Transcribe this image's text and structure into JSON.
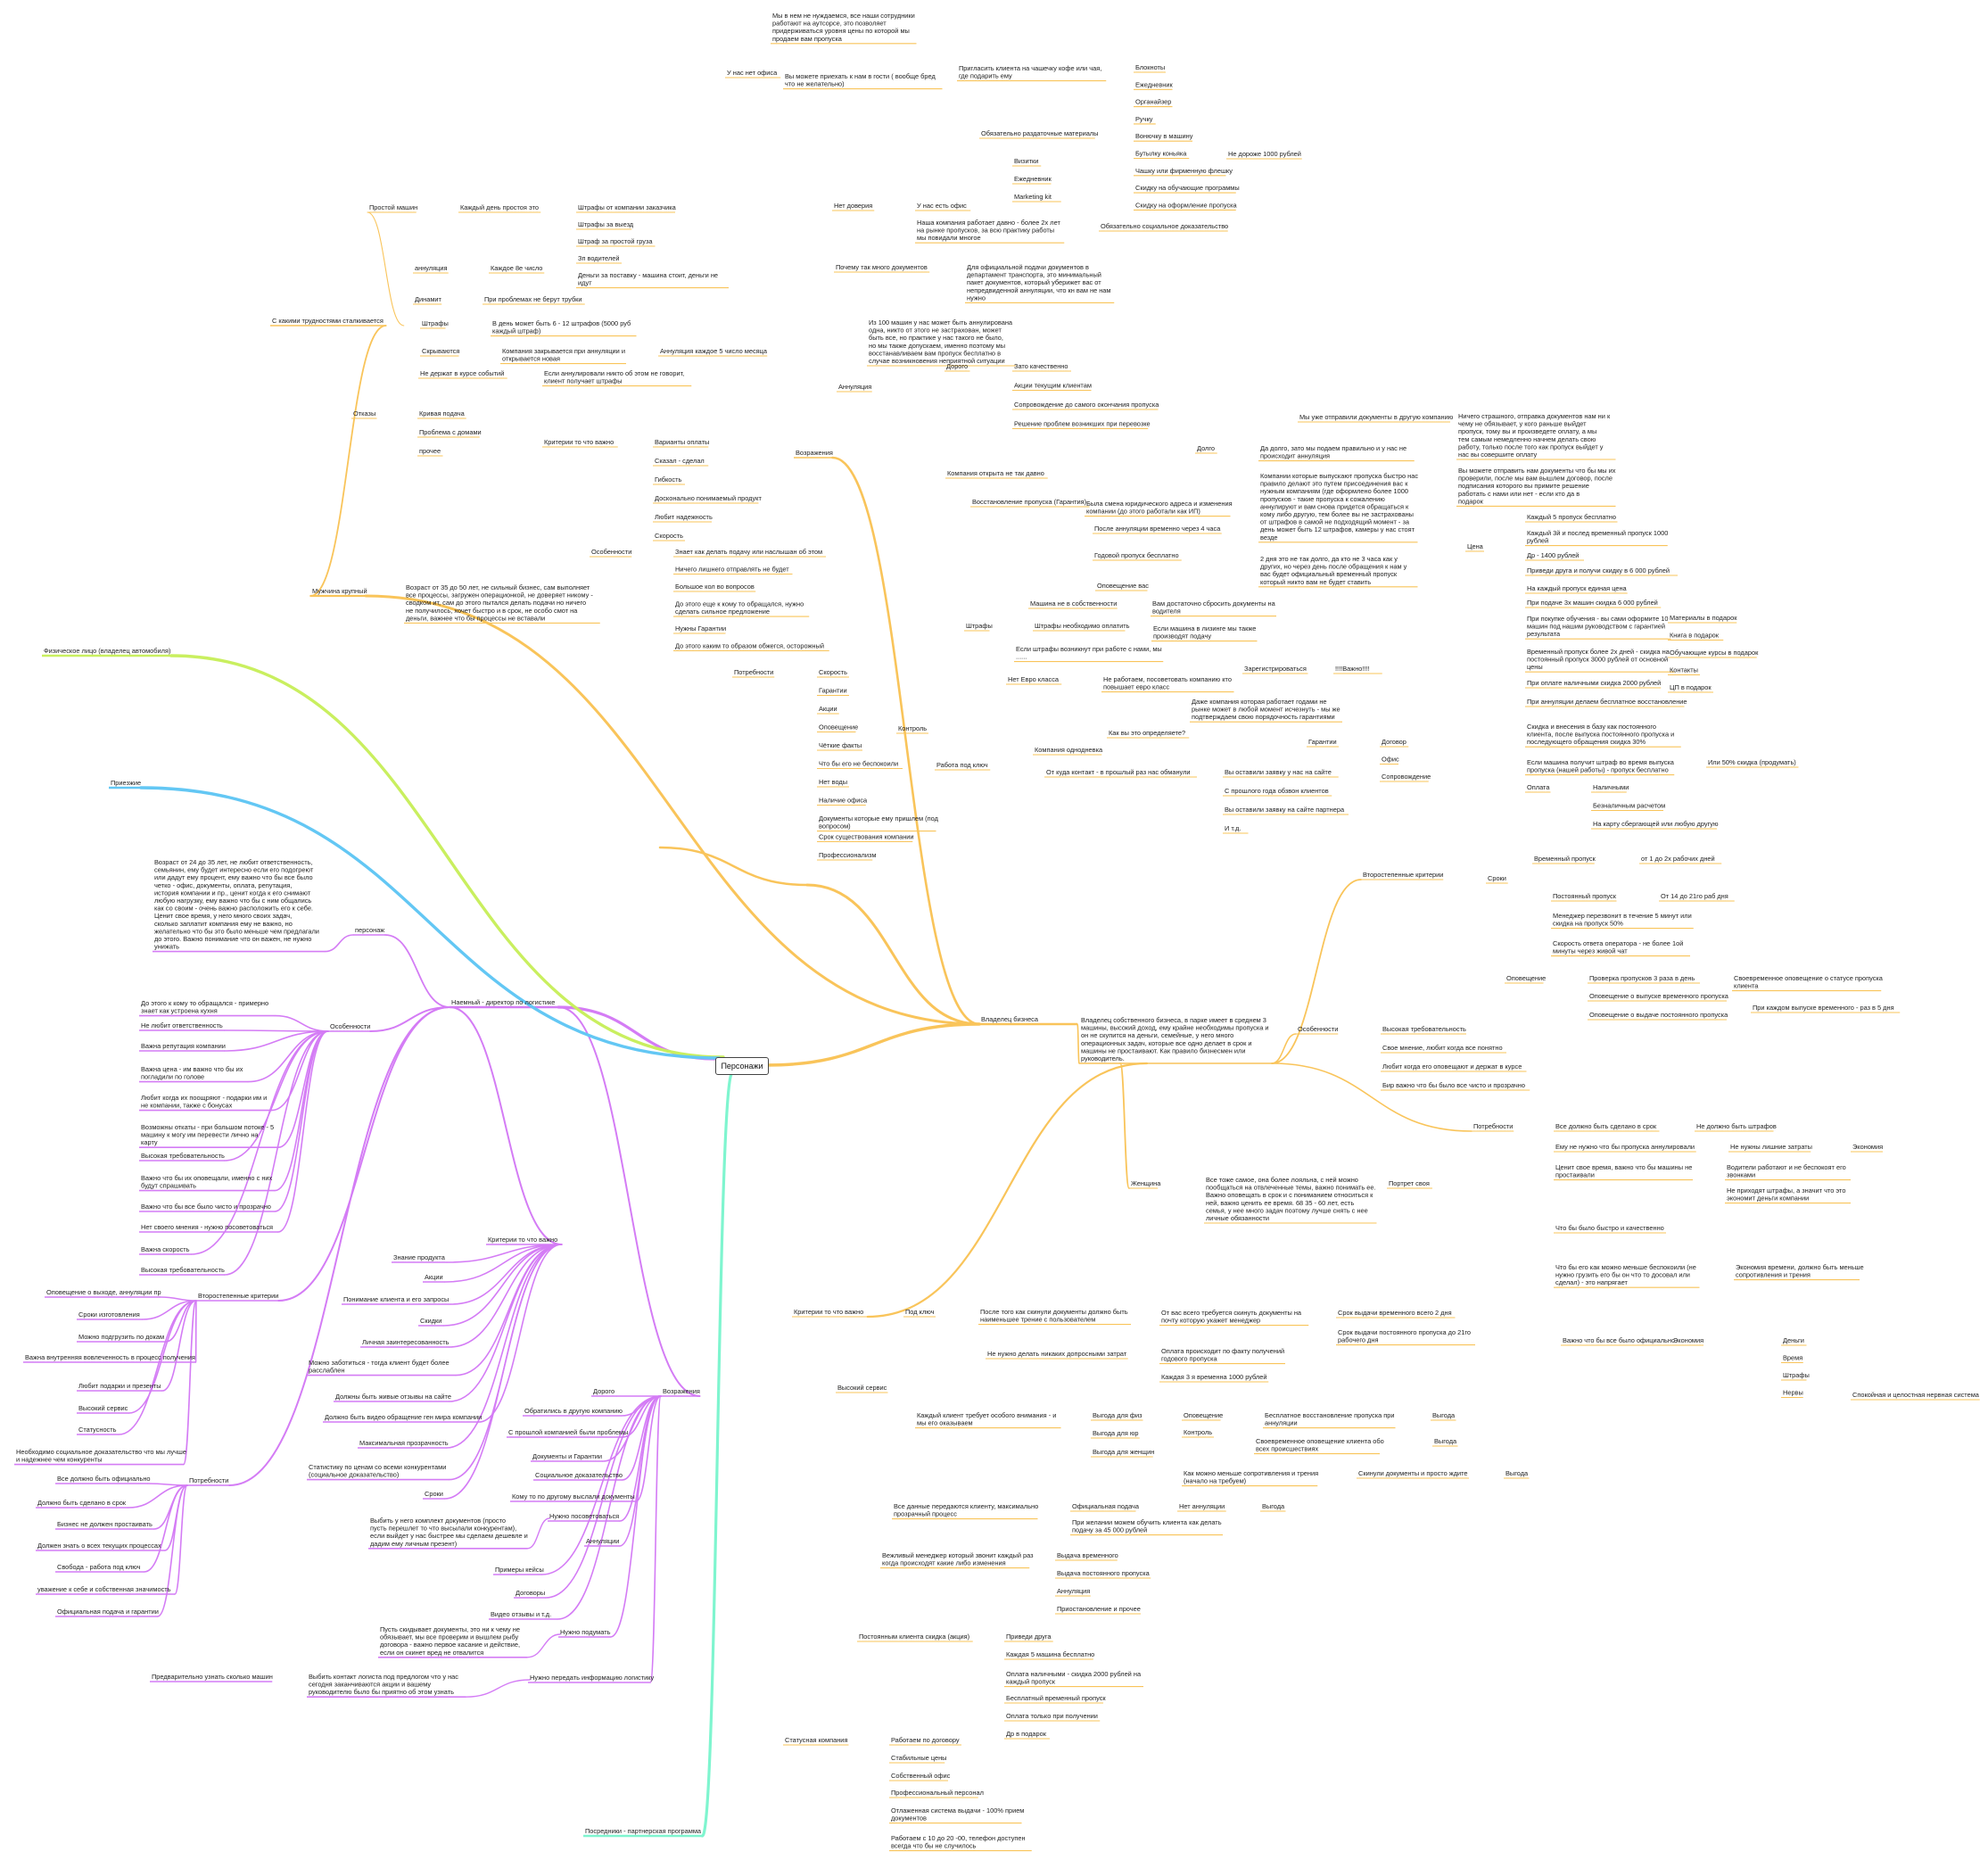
{
  "root": "Персонажи",
  "colors": {
    "owner": "#f9c45a",
    "partner": "#d47cf5",
    "physical": "#c9ef5f",
    "intern": "#63c7f4",
    "mint": "#7ff5cf"
  },
  "owner": {
    "title": "Владелец бизнеса",
    "description": "Владелец собственного бизнеса, в парке имеет в среднем 3 машины, высокий доход, ему крайне необходимы пропуска и он не скупится на деньги, семейные, у него много операционных задач, которые все одно делает в срок и машины не простаивают. Как правило бизнесмен или руководитель.",
    "man": "Мужчина крупный",
    "difficulties": "С какими трудностями сталкивается",
    "downtime": "Простой машин",
    "every_day_downtime": "Каждый день простоя это",
    "fines_from_customer": "Штрафы от компании заказчика",
    "fines_trip": "Штрафы за выезд",
    "fine_idle": "Штраф за простой груза",
    "drivers_pay": "Зп водителей",
    "money_for_delivery": "Деньги за поставку - машина стоит, деньги не идут",
    "annulment": "аннуляция",
    "every_8th": "Каждое 8е число",
    "dynamics": "Динамит",
    "phone_issues": "При проблемах не берут трубки",
    "fines": "Штрафы",
    "fines_per_day": "В день может быть 6 - 12 штрафов (5000 руб каждый штраф)",
    "hiding": "Скрываются",
    "company_closes": "Компания закрывается при аннуляции и открывается новая",
    "monthly_annul": "Аннуляция каждое 5 число месяца",
    "not_informed": "Не держат в курсе событий",
    "if_annulled": "Если аннулировали никто об этом не говорит, клиент получает штрафы",
    "refusals": "Отказы",
    "crooked_filing": "Кривая подача",
    "house_problems": "Проблема с домами",
    "other": "прочее",
    "criteria": "Критерии то что важно",
    "pay_options": "Варианты оплаты",
    "said_done": "Сказал - сделал",
    "flexibility": "Гибкость",
    "clear_product": "Досконально понимаемый продукт",
    "loves_reliability": "Любит надежность",
    "speed": "Скорость",
    "features": "Особенности",
    "age_text": "Возраст от 35 до 50 лет, не сильный бизнес, сам выполняет все процессы, загружен операционкой, не доверяет никому - сводком ит, сам до этого пытался делать подачи но ничего не получилось, хочет быстро и в срок, не особо смот на деньги, важнее что бы процессы не вставали",
    "knows_how_file": "Знает как делать подачу или наслышан об этом",
    "nothing_extra": "Ничего лишнего отправлять не будет",
    "many_questions": "Большое кол во вопросов",
    "before_ask": "До этого еще к кому то обращался, нужно сделать сильное предложение",
    "guarantees_needed": "Нужны Гарантии",
    "burned_before": "До этого каким то образом обжегся, осторожный",
    "needs": "Потребности",
    "needs_items": [
      "Скорость",
      "Гарантии",
      "Акции",
      "Оповещение",
      "Чёткие факты",
      "Что бы его не беспокоили",
      "Нет воды",
      "Наличие офиса",
      "Документы которые ему пришлем (под вопросом)",
      "Срок существования компании",
      "Профессионализм"
    ],
    "control": "Контроль",
    "work_under_key": "Работа под ключ",
    "objections": "Возражения",
    "distrust": "Нет доверия",
    "no_office": "У нас нет офиса",
    "no_office_text1": "Мы в нем не нуждаемся, все наши сотрудники работают на аутсорсе, это позволяет придерживаться уровня цены по которой мы продаем вам пропуска",
    "no_office_text2": "Вы можете приехать к нам в гости ( вообще бред что не желательно)",
    "have_office": "У нас есть офис",
    "invite_coffee": "Пригласить клиента на чашечку кофе или чая, где подарить ему",
    "mandatory_handouts": "Обязательно раздаточные материалы",
    "gift_items": [
      "Блокноты",
      "Ежедневник",
      "Органайзер",
      "Ручку",
      "Вонючку в машину",
      "Бутылку коньяка",
      "Чашку или фирменную флешку",
      "Скидку на обучающие программы",
      "Скидку на оформление пропуска"
    ],
    "not_cheaper": "Не дороже 1000 рублей",
    "handout_items": [
      "Визитки",
      "Ежедневник",
      "Marketing kit"
    ],
    "company_years": "Наша компания работает давно - более 2х лет на рынке пропусков, за всю практику работы мы повидали многое",
    "social_proof": "Обязательно социальное доказательство",
    "why_docs": "Почему так много документов",
    "why_docs_text": "Для официальной подачи документов в департамент транспорта, это минимальный пакет документов, который уберижет вас от непредвиденной аннуляции, что кн вам не нам нужно",
    "annul": "Аннуляция",
    "annul_text": "Из 100 машин у нас может быть аннулирована одна, никто от этого не застрахован, может быть все, но практике у нас такого не было, но мы также допускаем, именно поэтому мы восстанавливаем вам пропуск бесплатно в случае возникновения неприятной ситуации",
    "expensive": "Дорого",
    "but_quality": "Зато качественно",
    "current_clients": "Акции текущим клиентам",
    "support_until_end": "Сопровождение до самого окончания пропуска",
    "solve_problems": "Решение проблем возникших при перевозке",
    "long": "Долго",
    "already_sent": "Мы уже отправили документы в другую компанию",
    "nothing_scary": "Ничего страшного, отправка документов нам ни к чему не обязывает, у кого раньше выйдет пропуск, тому вы и произведете оплату, а мы тем самым немедленно начнем делать свою работу, только после того как пропуск выйдет у нас вы совершите оплату",
    "you_can_send": "Вы можете отправить нам документы что бы мы их проверили, после мы вам вышлем договор, после подписания которого вы примите решение работать с нами или нет - если кто да в подарок",
    "yes_long": "Да долго, зато мы подаем правильно и у нас не происходит аннуляция",
    "companies_issue": "Компании которые выпускают пропуска быстро нас правило делают это путем присоединения вас к нужным компаниям (где оформлено более 1000 пропусков - такие пропуска к сожалению аннулируют и вам снова придется обращаться к кому либо другую, тем более вы не застрахованы от штрафов в самой не подходящий момент - за день может быть 12 штрафов, камеры у нас стоят везде",
    "two_days": "2 дня это не так долго, да кто не 3 часа как у других, но через день после обращения к нам у вас будет официальный временный пропуск который никто вам не будет ставить",
    "company_recent": "Компания открыта не так давно",
    "restore_pass": "Восстановление пропуска (Гарантия)",
    "change_address": "Была смена юридического адреса и изменения компании (до этого работали как ИП)",
    "after_annul": "После аннуляции временно через 4 часа",
    "yearly_pass": "Годовой пропуск бесплатно",
    "notify_you": "Оповещение вас",
    "own_car": "Машина не в собственности",
    "enough_docs": "Вам достаточно сбросить документы на водителя",
    "fines_obj": "Штрафы",
    "fines_pay": "Штрафы необходимо оплатить",
    "if_lizing": "Если машина в лизинге мы также производят подачу",
    "if_fines_work": "Если штрафы возникнут при работе с нами, мы ......",
    "no_euro": "Нет Евро класса",
    "not_work": "Не работаем, посоветовать компанию кто повышает евро класс",
    "register": "Зарегистрироваться",
    "important": "!!!!Важно!!!!",
    "company_oneday": "Компания однодневка",
    "how_define": "Как вы это определяете?",
    "even_company": "Даже компания которая работает годами не рынке может в любой момент исчезнуть - мы же подтверждаем свою порядочность гарантиями",
    "guarantees": "Гарантии",
    "contract": "Договор",
    "office": "Офис",
    "support": "Сопровождение",
    "where_contact": "От куда контакт - в прошлый раз нас обманули",
    "left_request": "Вы оставили заявку у нас на сайте",
    "last_year": "С прошлого года обзвон клиентов",
    "partner_site": "Вы оставили заявку на сайте партнера",
    "etc": "И т.д.",
    "secondary": "Второстепенные критерии",
    "price": "Цена",
    "price_items": [
      "Каждый 5 пропуск бесплатно",
      "Каждый 3й и послед временный пропуск 1000 рублей",
      "Др - 1400 рублей",
      "Приведи друга и получи скидку в 6 000 рублей",
      "На каждый пропуск единая цена",
      "При подаче 3х машин скидка 6 000 рублей",
      "При покупке обучения - вы сами оформите 10 машин под нашим руководством с гарантией результата",
      "Временный пропуск более 2х дней - скидка на постоянный пропуск 3000 рублей от основной цены",
      "При оплате наличными скидка 2000 рублей",
      "При аннуляции делаем бесплатное восстановление",
      "Скидка и внесения в базу как постоянного клиента, после выпуска постоянного пропуска и последующего обращения скидка 30%",
      "Если машина получит штраф во время выпуска пропуска (нашей работы) - пропуск бесплатно"
    ],
    "training_items": [
      "Материалы в подарок",
      "Книга в подарок",
      "Обучающие курсы в подарок",
      "Контакты",
      "ЦП в подарок"
    ],
    "or_50": "Или 50% скидка (продумать)",
    "payment": "Оплата",
    "cash": "Наличными",
    "cashless": "Безналичным расчетом",
    "card": "На карту сбергающей или любую другую",
    "terms": "Сроки",
    "temp_pass": "Временный пропуск",
    "temp_days": "от 1 до 2х рабочих дней",
    "perm_pass": "Постоянный пропуск",
    "perm_days": "От 14 до 21го раб дня",
    "manager_call": "Менеджер перезвонит в течение 5 минут или скидка на пропуск 50%",
    "operator_speed": "Скорость ответа оператора - не более 1ой минуты через живой чат",
    "notification": "Оповещение",
    "check_3": "Проверка пропусков 3 раза в день",
    "timely_notify": "Своевременное оповещение о статусе пропуска клиента",
    "notify_temp": "Оповещение о выпуске временного пропуска",
    "each_temp": "При каждом выпуске временного - раз в 5 дня",
    "notify_perm": "Оповещение о выдаче постоянного пропуска",
    "features2": "Особенности",
    "high_demand": "Высокая требовательность",
    "own_opinion": "Свое мнение, любит когда все понятно",
    "loves_notified": "Любит когда его оповещают и держат в курсе",
    "important_clean": "Бир важно что бы было все чисто и прозрачно",
    "needs2": "Потребности",
    "all_on_time": "Все должно быть сделано в срок",
    "no_fines": "Не должно быть штрафов",
    "no_annul_important": "Ему не нужно что бы пропуска аннулировали",
    "no_extra_costs": "Не нужны лишние затраты",
    "economy": "Экономия",
    "values_time": "Ценит свое время, важно что бы машины не простаивали",
    "drivers_work": "Водители работают и не беспокоят его звонками",
    "no_fines_money": "Не приходят штрафы, а значит что это экономит деньги компании",
    "fast_quality": "Что бы было быстро и качественно",
    "minimal_worry": "Что бы его как можно меньше беспокоили (не нужно грузить его бы он что то досовал или сделал) - это напрягает",
    "time_econ": "Экономия времени, должно быть меньше сопротивления и трения",
    "all_official": "Важно что бы все было официально",
    "economy2": "Экономия",
    "econ_items": [
      "Деньги",
      "Время",
      "Штрафы",
      "Нервы"
    ],
    "calm_nerves": "Спокойная и целостная нервная система",
    "woman": "Женщина",
    "woman_text": "Все тоже самое, она более лояльна, с ней можно пообщаться на отвлеченные темы, важно понимать ее. Важно оповещать в срок и с пониманием относиться к ней, важно ценить ее время. 68 35 - 60 лет, есть семья, у нее много задач поэтому лучше снять с нее личные обязанности",
    "portrait": "Портрет своя"
  },
  "criteria_block": {
    "title": "Критерии то что важно",
    "turnkey": "Под ключ",
    "after_sent": "После того как скинули документы должно быть наименьшее трение с пользователем",
    "from_you": "От вас всего требуется скинуть документы на почту которую укажет менеджер",
    "temp_2days": "Срок выдачи временного всего 2 дня",
    "perm_21": "Срок выдачи постоянного пропуска до 21го рабочего дня",
    "no_extra_pay": "Не нужно делать никаких допросными затрат",
    "pay_after": "Оплата происходит по факту получений годового пропуска",
    "every_3rd": "Каждая 3 я временна 1000 рублей",
    "high_service": "Высокий сервис",
    "each_client": "Каждый клиент требует особого внимания - и мы его оказываем",
    "benefit_phys": "Выгода для физ",
    "notify": "Оповещение",
    "free_restore": "Бесплатное восстановление пропуска при аннуляции",
    "benefit": "Выгода",
    "benefit_jur": "Выгода для юр",
    "control": "Контроль",
    "timely_events": "Своевременное оповещение клиента обо всех происшествиях",
    "benefit_women": "Выгода для женщин",
    "less_resistance": "Как можно меньше сопротивления и трения (начало на требуем)",
    "send_docs": "Скинули документы и просто ждите",
    "all_data": "Все данные передаются клиенту, максимально прозрачный процесс",
    "official_filing": "Официальная подача",
    "no_annul": "Нет аннуляции",
    "train_client": "При желании можем обучить клиента как делать подачу за 45 000 рублей",
    "polite_manager": "Вежливый менеджер который звонит каждый раз когда происходят какие либо изменения",
    "polite_items": [
      "Выдача временного",
      "Выдача постоянного пропуска",
      "Аннуляция",
      "Приостановление и прочее"
    ],
    "permanent_discount": "Постоянным клиента скидка (акция)",
    "discount_items": [
      "Приведи друга",
      "Каждая 5 машина бесплатно",
      "Оплата наличными - скидка 2000 рублей на каждый пропуск",
      "Бесплатный временный пропуск",
      "Оплата только при получении",
      "Др в подарок"
    ],
    "status_company": "Статусная компания",
    "status_items": [
      "Работаем по договору",
      "Стабильные цены",
      "Собственный офис",
      "Профессиональный персонал",
      "Отлаженная система выдачи - 100% прием документов",
      "Работаем с 10 до 20 -00, телефон доступен всегда что бы не случилось"
    ]
  },
  "partner": {
    "title": "Наемный - директор по логистике",
    "persona_label": "персонаж",
    "persona_text": "Возраст от 24 до 35 лет, не любит ответственность, семьянин, ему будет интересно если его подогреют или дадут ему процент, ему важно что бы все было четко - офис, документы, оплата, репутация, история компании и пр., ценит когда к его снимают любую нагрузку, ему важно что бы с ним общались как со своим - очень важно расположить его к себе. Ценит свое время, у него много своих задач, сколько заплатит компания ему не важно, но желательно что бы это было меньше чем предлагали до этого. Важно понимание что он важен, не нужно унижать",
    "features": "Особенности",
    "feature_items": [
      "До этого к кому то обращался - примерно знает как устроена кухня",
      "Не любит ответственность",
      "Важна репутация компании",
      "Важна цена - им важно что бы их погладили по голове",
      "Любит когда их поощряют - подарки им и не компании, также с бонусах",
      "Возможны откаты - при большом потоке - 5 машину к могу им перевести лично на карту",
      "Высокая требовательность",
      "Важно что бы их оповещали, именно с них будут спрашивать",
      "Важно что бы все было чисто и прозрачно",
      "Нет своего мнения - нужно посоветоваться",
      "Важна скорость",
      "Высокая требовательность"
    ],
    "secondary": "Второстепенные критерии",
    "secondary_items": [
      "Оповещение о выходе, аннуляции пр",
      "Сроки изготовления",
      "Можно подгрузить по докам",
      "Важна внутренняя вовлеченность в процесс получения",
      "Любит подарки и презенты",
      "Высокий сервис",
      "Статусность",
      "Необходимо социальное доказательство что мы лучше и надежнее чем конкуренты"
    ],
    "needs": "Потребности",
    "needs_items": [
      "Все должно быть официально",
      "Должно быть сделано в срок",
      "Бизнес не должен простаивать",
      "Должен знать о всех текущих процессах",
      "Свобода - работа под ключ",
      "уважение к себе и собственная значимость",
      "Официальная подача и гарантии"
    ],
    "criteria": "Критерии то что важно",
    "criteria_items": [
      "Знание продукта",
      "Акции",
      "Понимание клиента и его запросы",
      "Скидки",
      "Личная заинтересованность",
      "Можно заботиться - тогда клиент будет более расслаблен",
      "Должны быть живые отзывы на сайте",
      "Должно быть видео обращение ген мира компании",
      "Максимальная прозрачность",
      "Статистику по ценам со всеми конкурентами (социальное доказательство)",
      "Сроки"
    ],
    "objections": "Возражения",
    "obj_items": [
      "Дорого",
      "Обратились в другую компанию",
      "С прошлой компанией были проблемы",
      "Документы и Гарантии",
      "Социальное доказательство",
      "Кому то по другому выслали документы",
      "Нужно посоветоваться",
      "Аннуляции",
      "Примеры кейсы",
      "Договоры",
      "Видео отзывы и т.д.",
      "Нужно подумать",
      "Нужно передать информацию логистику"
    ],
    "consult_text": "Выбить у него комплект документов (просто пусть перешлет то что высылали конкурентам), если выйдет у нас быстрее мы сделаем дешевле и дадим ему личным презент)",
    "think_text": "Пусть скидывает документы, это ни к чему не обязывает, мы все проверим и вышлем рыбу договора - важно первое касание и действие, если он скинет вред не отвалится",
    "pass_info": "Выбить контакт логиста под предлогом что у нас сегодня заканчиваются акции и вашему руководителю было бы приятно об этом узнать",
    "pre_find": "Предварительно узнать сколько машин"
  },
  "physical": "Физическое лицо (владелец автомобиля)",
  "intern": "Приезжие",
  "mint_branch": "Посредники - партнерская программа"
}
